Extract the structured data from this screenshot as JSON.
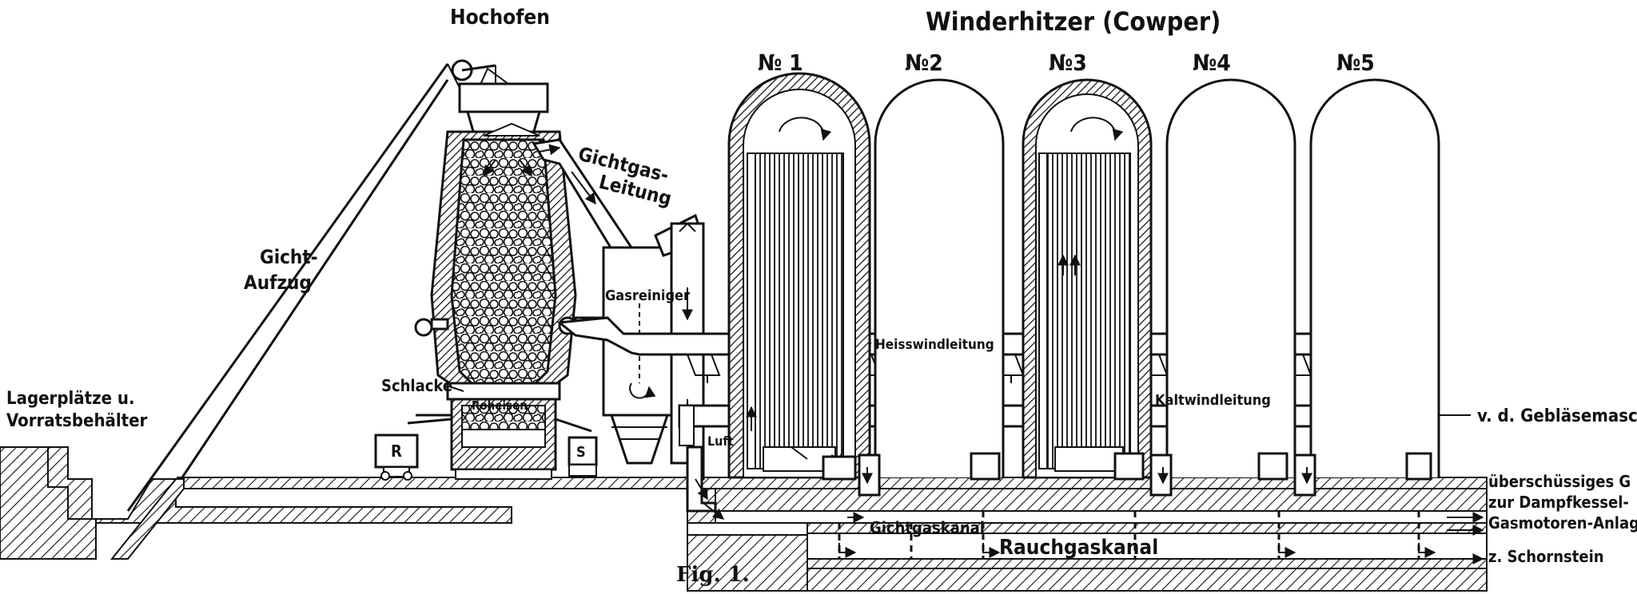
{
  "labels": {
    "blast_furnace": "Hochofen",
    "stoves_title": "Winderhitzer (Cowper)",
    "stove_1": "№ 1",
    "stove_2": "№2",
    "stove_3": "№3",
    "stove_4": "№4",
    "stove_5": "№5",
    "top_gas_line_1": "Gichtgas-",
    "top_gas_line_2": "Leitung",
    "skip_hoist_1": "Gicht-",
    "skip_hoist_2": "Aufzug",
    "gas_cleaner": "Gasreiniger",
    "hot_blast_line": "Heisswindleitung",
    "cold_blast_line": "Kaltwindleitung",
    "from_blower": "v. d. Gebläsemasch",
    "storage_1": "Lagerplätze u.",
    "storage_2": "Vorratsbehälter",
    "slag": "Schlacke",
    "pig_iron": "Roheisen",
    "air": "Luft",
    "top_gas_channel": "Gichtgaskanal",
    "flue_gas_channel": "Rauchgaskanal",
    "excess_gas_1": "überschüssiges G",
    "excess_gas_2": "zur Dampfkessel-",
    "excess_gas_3": "Gasmotoren-Anlag",
    "to_chimney": "z. Schornstein",
    "wagon_r": "R",
    "wagon_s": "S",
    "caption": "Fig. 1."
  }
}
